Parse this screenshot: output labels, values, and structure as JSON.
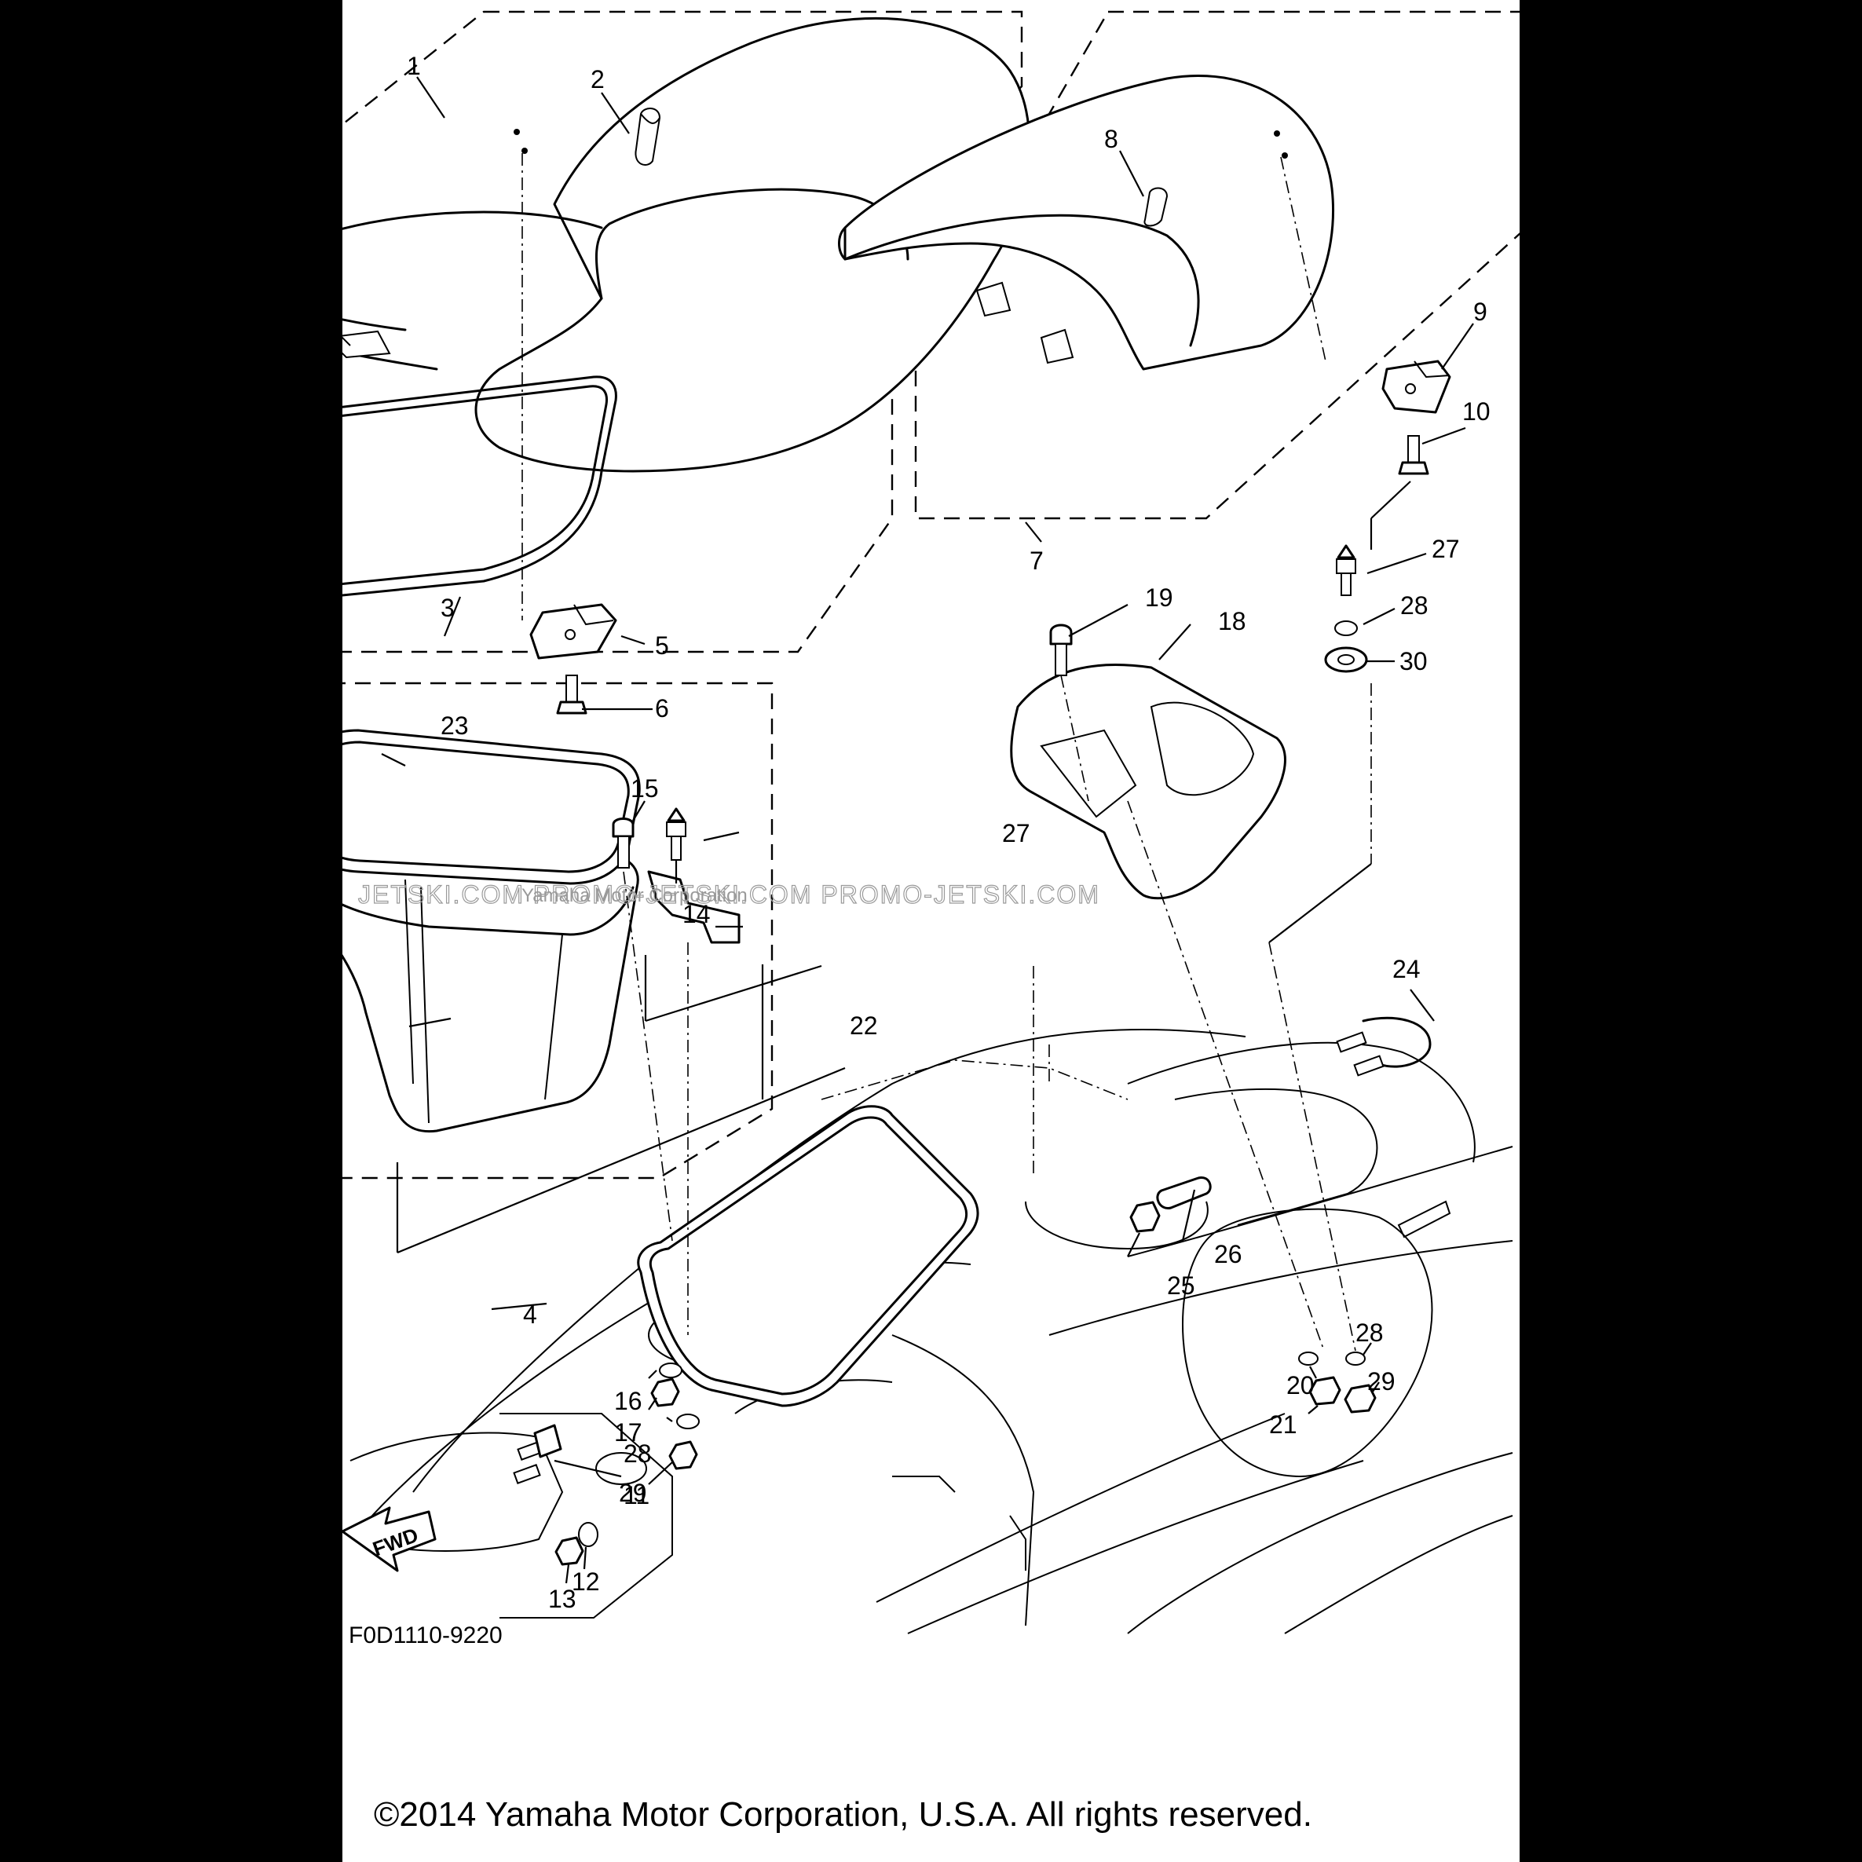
{
  "diagram": {
    "part_labels": [
      "1",
      "2",
      "3",
      "4",
      "5",
      "6",
      "7",
      "8",
      "9",
      "10",
      "11",
      "12",
      "13",
      "14",
      "15",
      "16",
      "17",
      "18",
      "19",
      "20",
      "21",
      "22",
      "23",
      "24",
      "25",
      "26",
      "27",
      "27",
      "28",
      "28",
      "28",
      "29",
      "29",
      "30"
    ],
    "fwd_label": "FWD",
    "figure_code": "F0D1110-9220",
    "watermark": "JETSKI.COM  PROMO-JETSKI.COM  PROMO-JETSKI.COM",
    "watermark_overlay": "Yamaha Motor Corporation",
    "copyright": "©2014 Yamaha Motor Corporation, U.S.A. All rights reserved."
  }
}
